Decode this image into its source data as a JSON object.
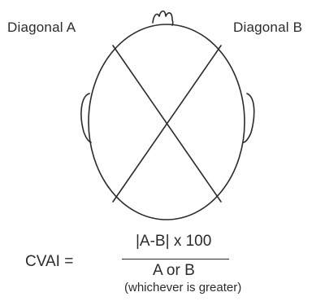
{
  "labels": {
    "diagonal_a": "Diagonal A",
    "diagonal_b": "Diagonal B"
  },
  "formula": {
    "left": "CVAI =",
    "numerator": "|A-B|  x  100",
    "denominator": "A or B",
    "note": "(whichever is greater)"
  },
  "colors": {
    "line": "#2b2b2b",
    "text": "#2b2b2b",
    "background": "#ffffff"
  }
}
